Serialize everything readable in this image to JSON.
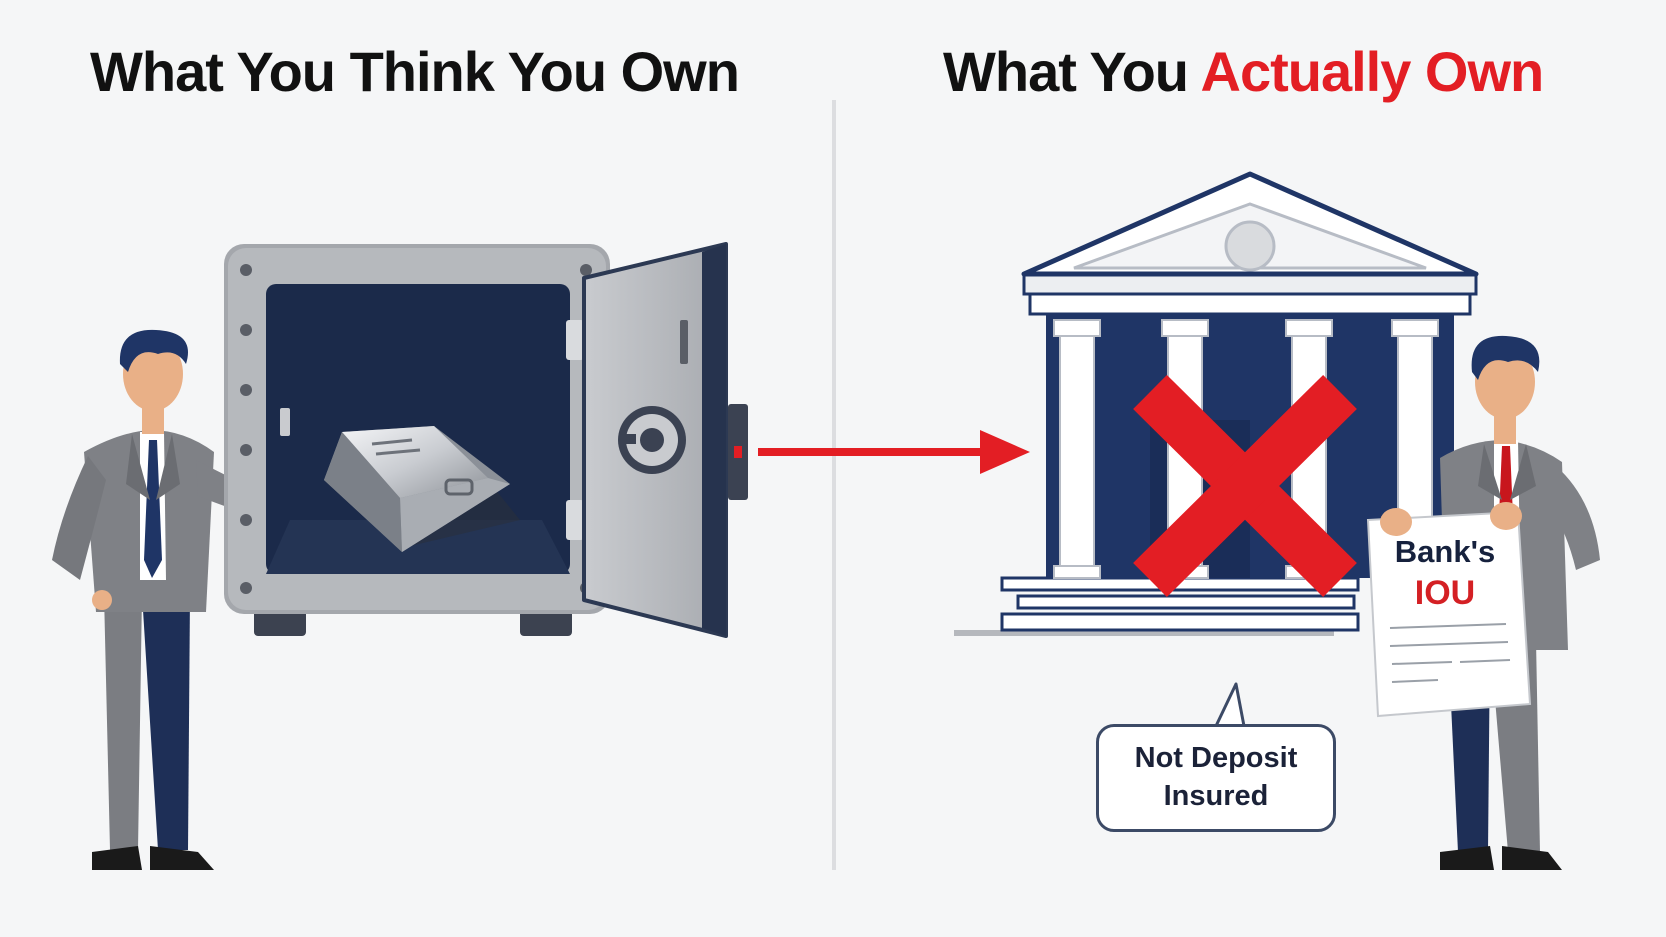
{
  "left_panel": {
    "title": "What You Think You Own"
  },
  "right_panel": {
    "title_prefix": "What You ",
    "title_accent": "Actually Own",
    "document": {
      "line1": "Bank's",
      "line2": "IOU"
    },
    "callout": {
      "line1": "Not Deposit",
      "line2": "Insured"
    }
  },
  "colors": {
    "accent_red": "#e31e24",
    "navy": "#1f3566",
    "suit_gray": "#7d7f84",
    "steel_gray": "#9b9ea3",
    "background": "#f5f6f7"
  },
  "icons": {
    "left_figure": "businessman-pointing-icon",
    "safe": "open-safe-icon",
    "bar": "silver-bar-icon",
    "arrow": "arrow-right-icon",
    "bank": "bank-building-icon",
    "cross": "red-x-icon",
    "right_figure": "businessman-holding-document-icon"
  }
}
